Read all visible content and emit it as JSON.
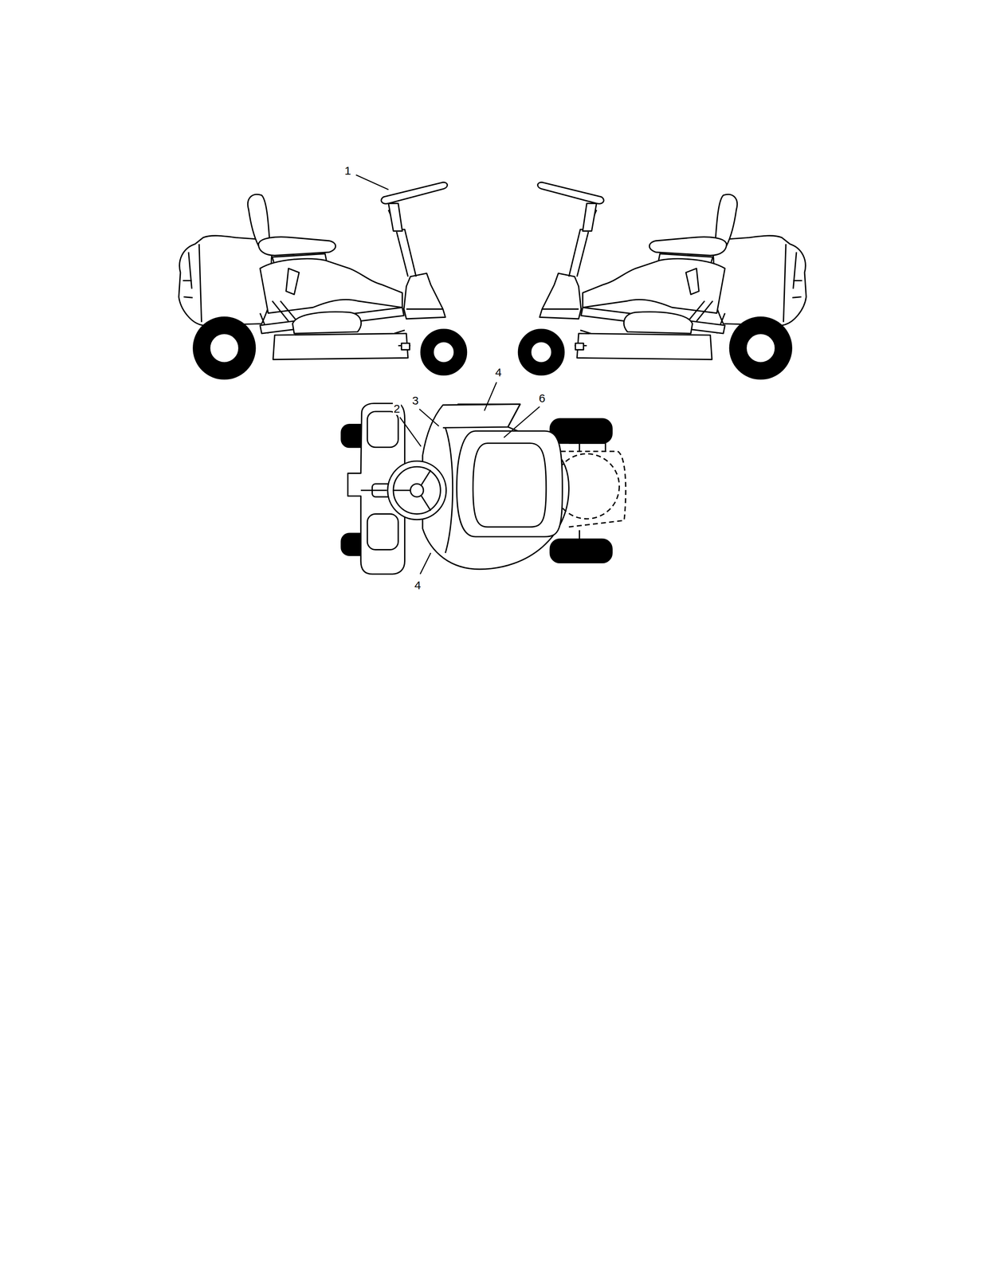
{
  "diagram": {
    "labels": [
      "1",
      "4",
      "2",
      "3",
      "6",
      "4"
    ]
  }
}
